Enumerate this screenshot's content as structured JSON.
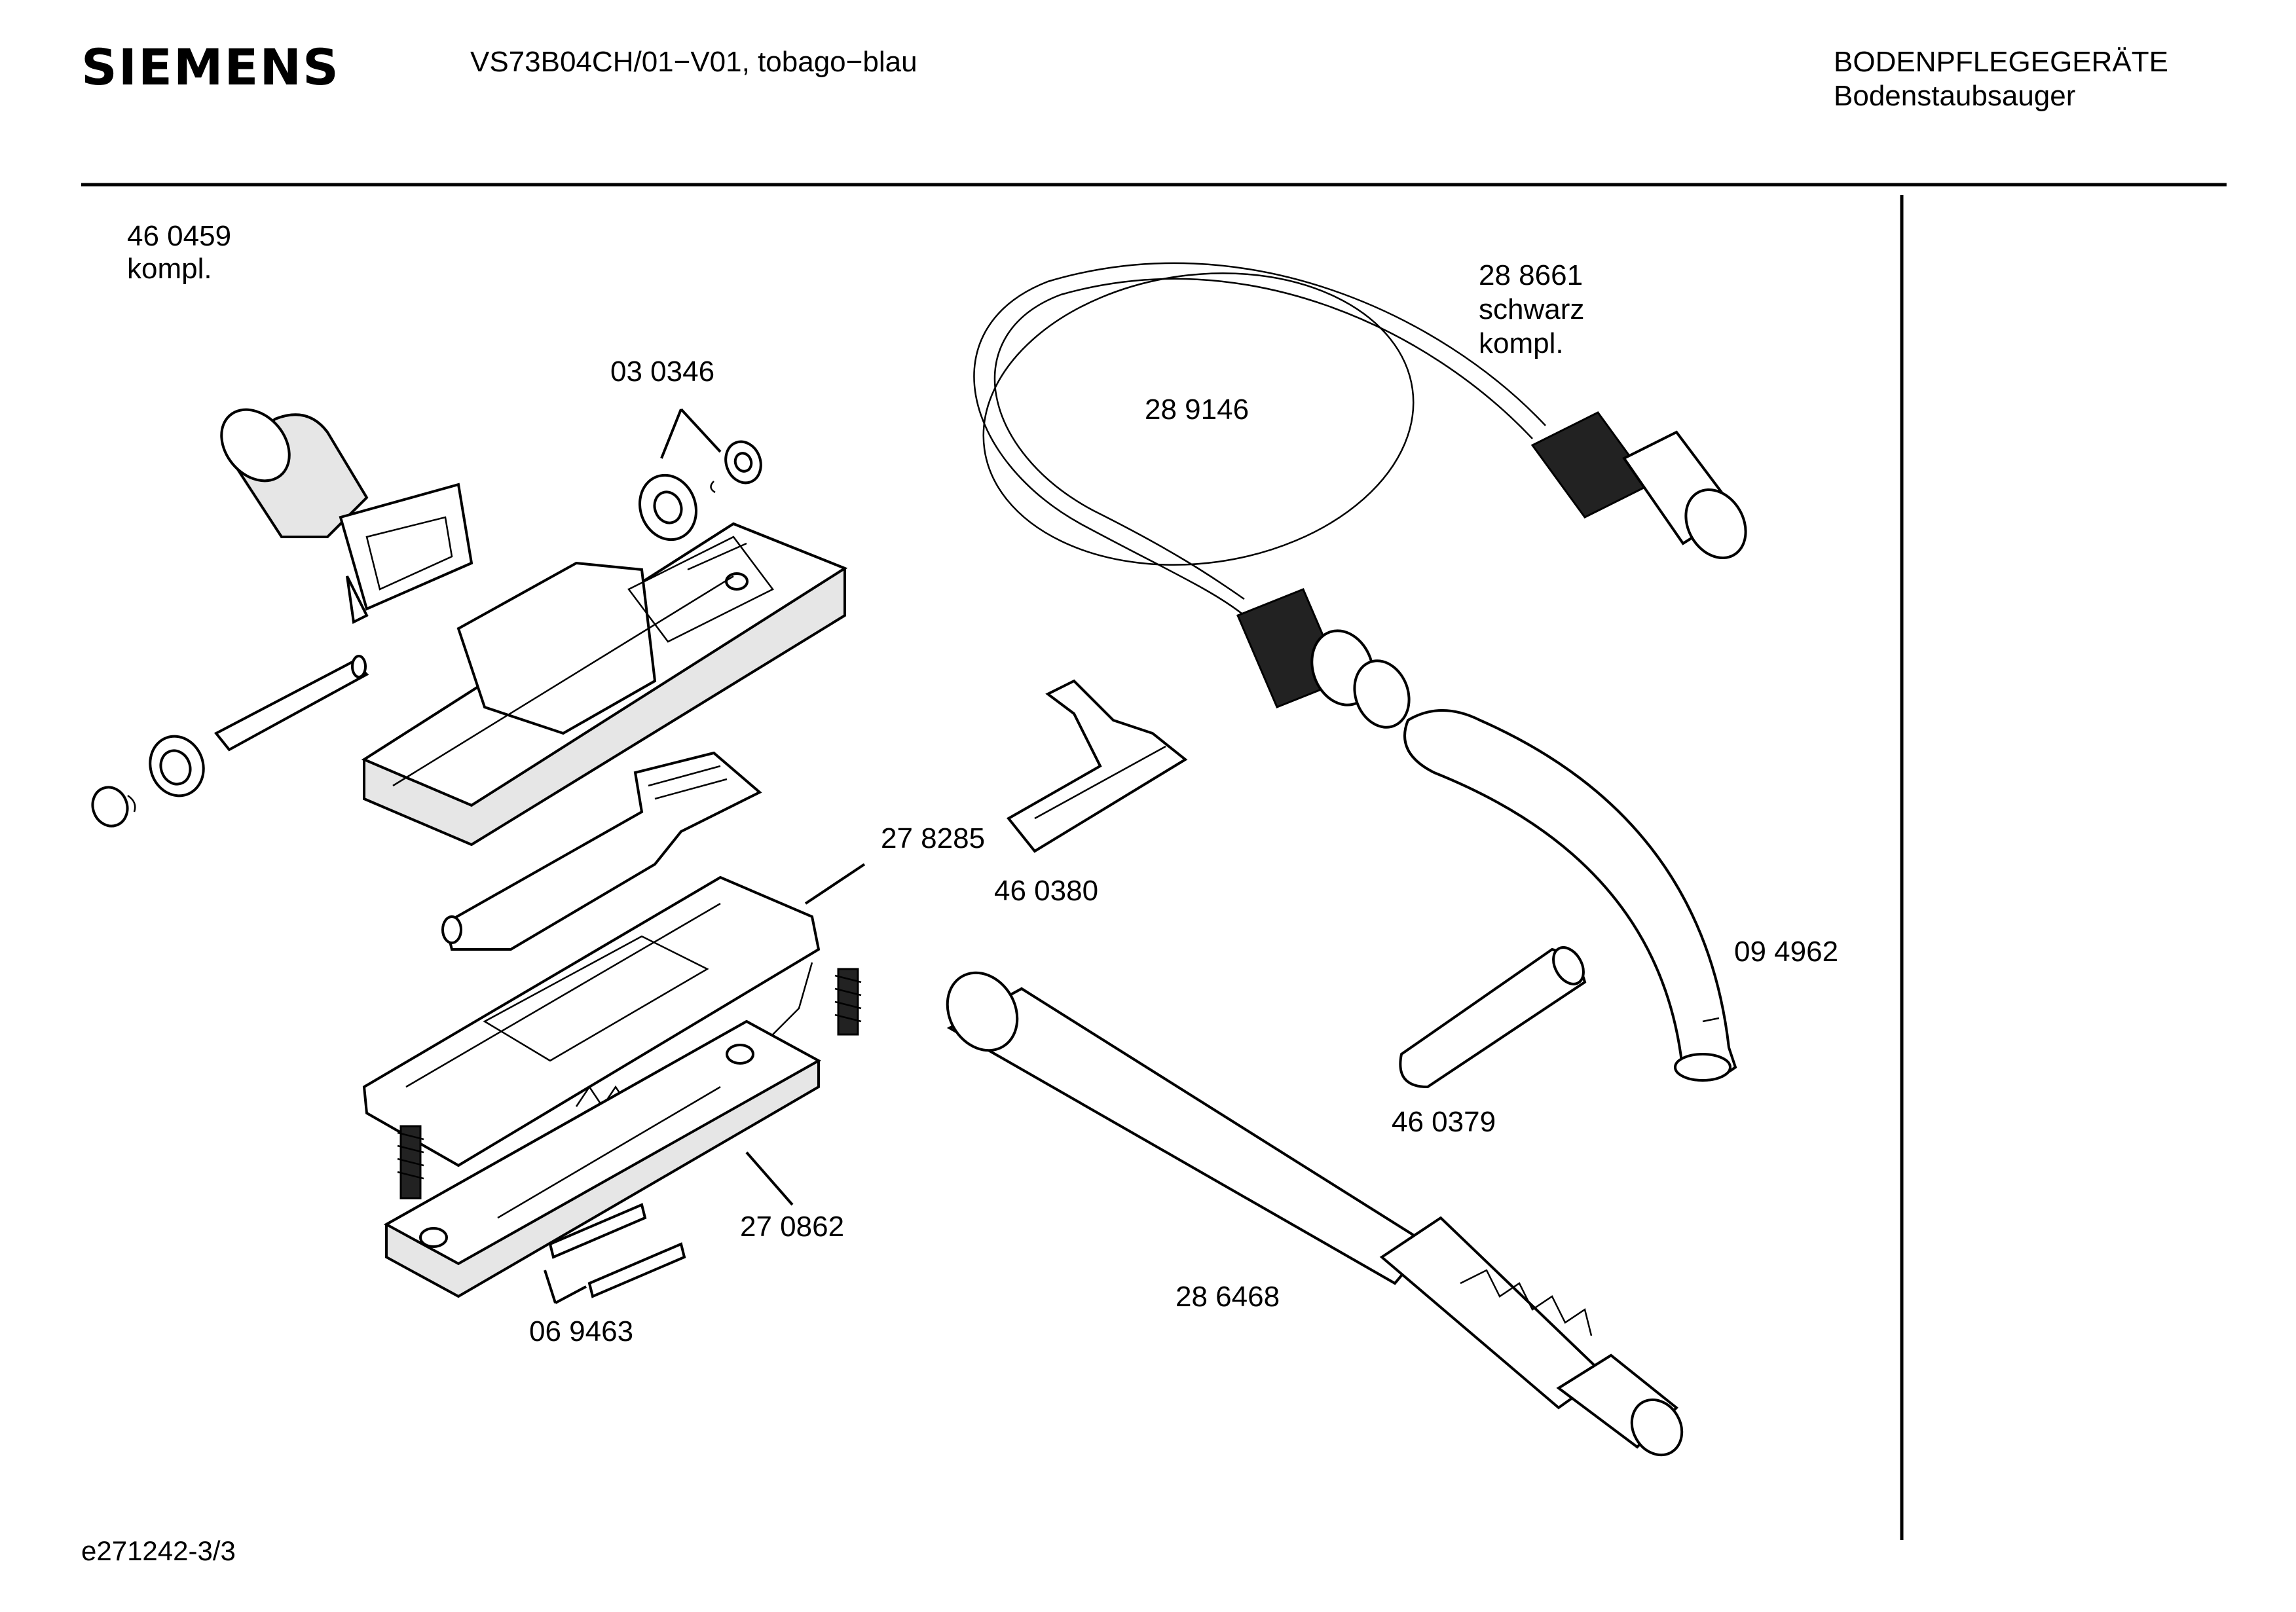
{
  "header": {
    "brand": "SIEMENS",
    "model": "VS73B04CH/01−V01, tobago−blau",
    "category_main": "BODENPFLEGEGERÄTE",
    "category_sub": "Bodenstaubsauger"
  },
  "footer": {
    "doc_id": "e271242-3/3"
  },
  "parts": {
    "nozzle_complete": {
      "number": "46 0459",
      "note": "kompl."
    },
    "rollers": {
      "number": "03 0346"
    },
    "hose_complete": {
      "number": "28 8661",
      "color": "schwarz",
      "note": "kompl."
    },
    "hose": {
      "number": "28 9146"
    },
    "pedal": {
      "number": "27 8285"
    },
    "upholstery_nozzle": {
      "number": "46 0380"
    },
    "handle_tube": {
      "number": "09 4962"
    },
    "crevice_nozzle": {
      "number": "46 0379"
    },
    "brush_frame": {
      "number": "27 0862"
    },
    "telescope_tube": {
      "number": "28 6468"
    },
    "sole_strip": {
      "number": "06 9463"
    }
  }
}
